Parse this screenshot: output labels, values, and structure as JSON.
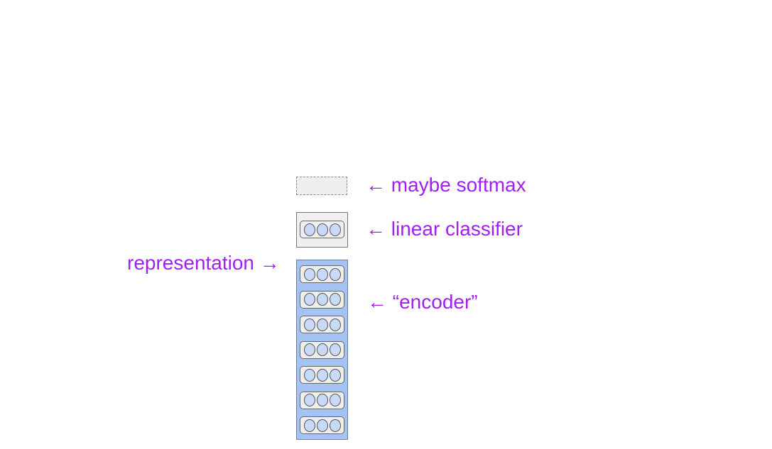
{
  "labels": {
    "softmax": "← maybe softmax",
    "classifier": "← linear classifier",
    "representation": "representation →",
    "encoder": "← “encoder”"
  },
  "encoder": {
    "layer_count": 7,
    "units_per_layer": 3
  },
  "classifier": {
    "units": 3
  },
  "colors": {
    "label_text": "#a020f0",
    "encoder_fill": "#a4c2f4",
    "unit_fill": "#c9daf8",
    "layer_fill": "#efefef"
  }
}
